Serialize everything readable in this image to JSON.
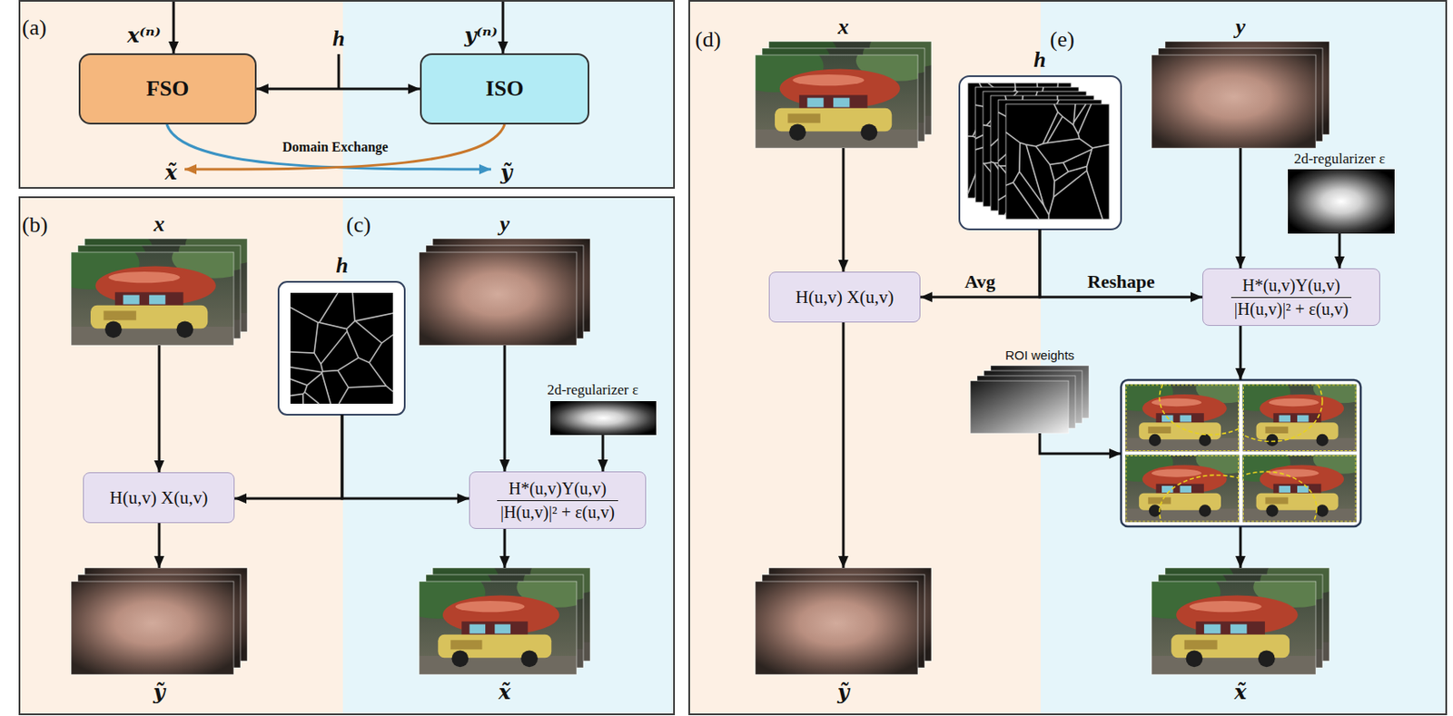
{
  "diagram": {
    "nodes": [
      {
        "text": [
          "(a)"
        ]
      },
      {
        "text": [
          "FSO"
        ],
        "in": 0
      },
      {
        "text": [
          "ISO"
        ],
        "in": 0
      },
      {
        "text": [
          "(b)",
          "(c)"
        ]
      },
      {
        "text": [
          "x"
        ],
        "in": 3
      },
      {
        "text": [
          "h"
        ],
        "in": 3
      },
      {
        "text": [
          "y"
        ],
        "in": 3
      },
      {
        "text": [
          "2d-regularizer ε"
        ],
        "in": 3
      },
      {
        "text": [
          "H(u,v) X(u,v)"
        ],
        "in": 3
      },
      {
        "text": [
          "H*(u,v)Y(u,v)",
          "|H(u,v)|² + ε(u,v)"
        ],
        "in": 3
      },
      {
        "text": [
          "ỹ"
        ],
        "in": 3
      },
      {
        "text": [
          "x̃"
        ],
        "in": 3
      },
      {
        "text": [
          "(d)",
          "(e)"
        ]
      },
      {
        "text": [
          "x"
        ],
        "in": 12
      },
      {
        "text": [
          "h"
        ],
        "in": 12
      },
      {
        "text": [
          "y"
        ],
        "in": 12
      },
      {
        "text": [
          "2d-regularizer ε"
        ],
        "in": 12
      },
      {
        "text": [
          "H(u,v) X(u,v)"
        ],
        "in": 12
      },
      {
        "text": [
          "H*(u,v)Y(u,v)",
          "|H(u,v)|² + ε(u,v)"
        ],
        "in": 12
      },
      {
        "text": [
          "ROI weights"
        ],
        "in": 12
      },
      {
        "text": [
          "ỹ"
        ],
        "in": 12
      },
      {
        "text": [
          "x̃"
        ],
        "in": 12
      }
    ],
    "edges": [
      {
        "from": 1,
        "to": 2,
        "arrow": "both"
      },
      {
        "from": 4,
        "to": 8,
        "arrow": "to"
      },
      {
        "from": 5,
        "to": 8,
        "arrow": "to"
      },
      {
        "from": 5,
        "to": 9,
        "arrow": "to"
      },
      {
        "from": 6,
        "to": 9,
        "arrow": "to"
      },
      {
        "from": 7,
        "to": 9,
        "arrow": "to"
      },
      {
        "from": 8,
        "to": 10,
        "arrow": "to"
      },
      {
        "from": 9,
        "to": 11,
        "arrow": "to"
      },
      {
        "from": 13,
        "to": 17,
        "arrow": "to"
      },
      {
        "from": 14,
        "to": 17,
        "label": "Avg",
        "arrow": "to"
      },
      {
        "from": 14,
        "to": 18,
        "label": "Reshape",
        "arrow": "to"
      },
      {
        "from": 15,
        "to": 18,
        "arrow": "to"
      },
      {
        "from": 16,
        "to": 18,
        "arrow": "to"
      },
      {
        "from": 17,
        "to": 20,
        "arrow": "to"
      }
    ],
    "labels": [
      "x⁽ⁿ⁾",
      "h",
      "y⁽ⁿ⁾",
      "Domain Exchange",
      "x̃",
      "ỹ"
    ]
  }
}
